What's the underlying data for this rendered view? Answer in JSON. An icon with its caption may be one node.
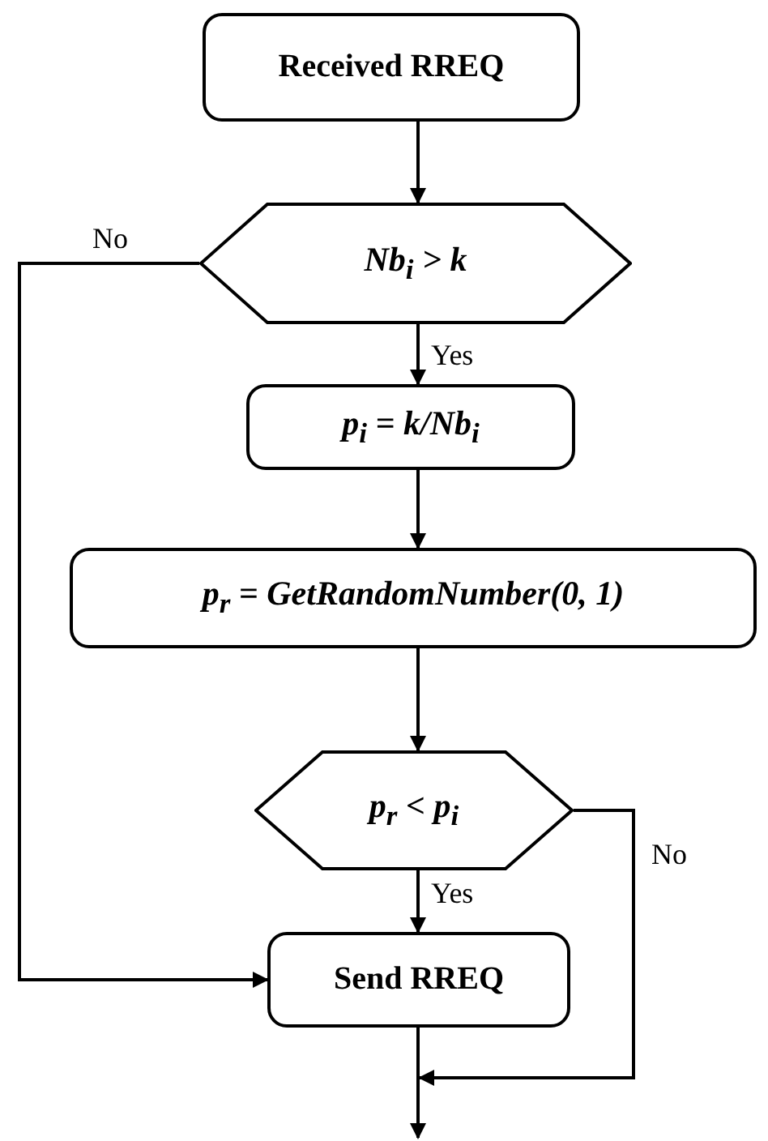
{
  "diagram": {
    "nodes": [
      {
        "text": [
          "Received RREQ"
        ]
      },
      {
        "text": [
          "Nb$_{i}$ > k"
        ]
      },
      {
        "text": [
          "p$_{i}$ = k/Nb$_{i}$"
        ]
      },
      {
        "text": [
          "p$_{r}$ = GetRandomNumber(0, 1)"
        ]
      },
      {
        "text": [
          "p$_{r}$ < p$_{i}$"
        ]
      },
      {
        "text": [
          "Send RREQ"
        ]
      }
    ],
    "edges": [
      {
        "from": 0,
        "to": 1,
        "arrow": "to"
      },
      {
        "from": 1,
        "to": 2,
        "arrow": "to",
        "label": "Yes"
      },
      {
        "from": 1,
        "to": 5,
        "arrow": "to",
        "label": "No"
      },
      {
        "from": 2,
        "to": 3,
        "arrow": "to"
      },
      {
        "from": 3,
        "to": 4,
        "arrow": "to"
      },
      {
        "from": 4,
        "to": 5,
        "arrow": "to",
        "label": "Yes"
      },
      {
        "from": 4,
        "to": null,
        "arrow": "to",
        "label": "No"
      },
      {
        "from": 5,
        "to": null,
        "arrow": "to"
      }
    ]
  }
}
